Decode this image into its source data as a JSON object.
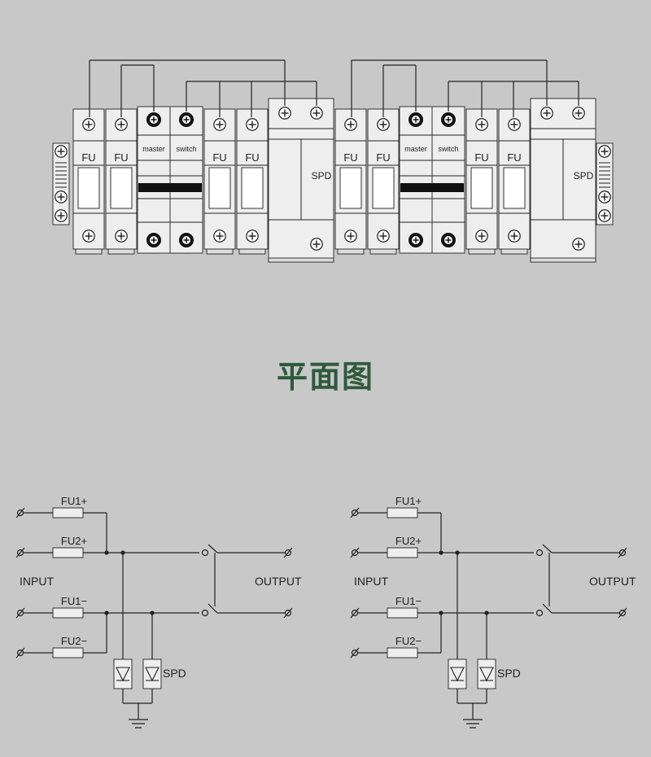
{
  "title": "平面图",
  "labels": {
    "fu": "FU",
    "master": "master",
    "switch": "switch",
    "spd": "SPD",
    "fu1_pos": "FU1+",
    "fu2_pos": "FU2+",
    "fu1_neg": "FU1−",
    "fu2_neg": "FU2−",
    "input": "INPUT",
    "output": "OUTPUT"
  },
  "colors": {
    "background": "#c8c8c8",
    "title": "#2e5a3c",
    "module_fill": "#eeeeee",
    "line": "#222222"
  }
}
